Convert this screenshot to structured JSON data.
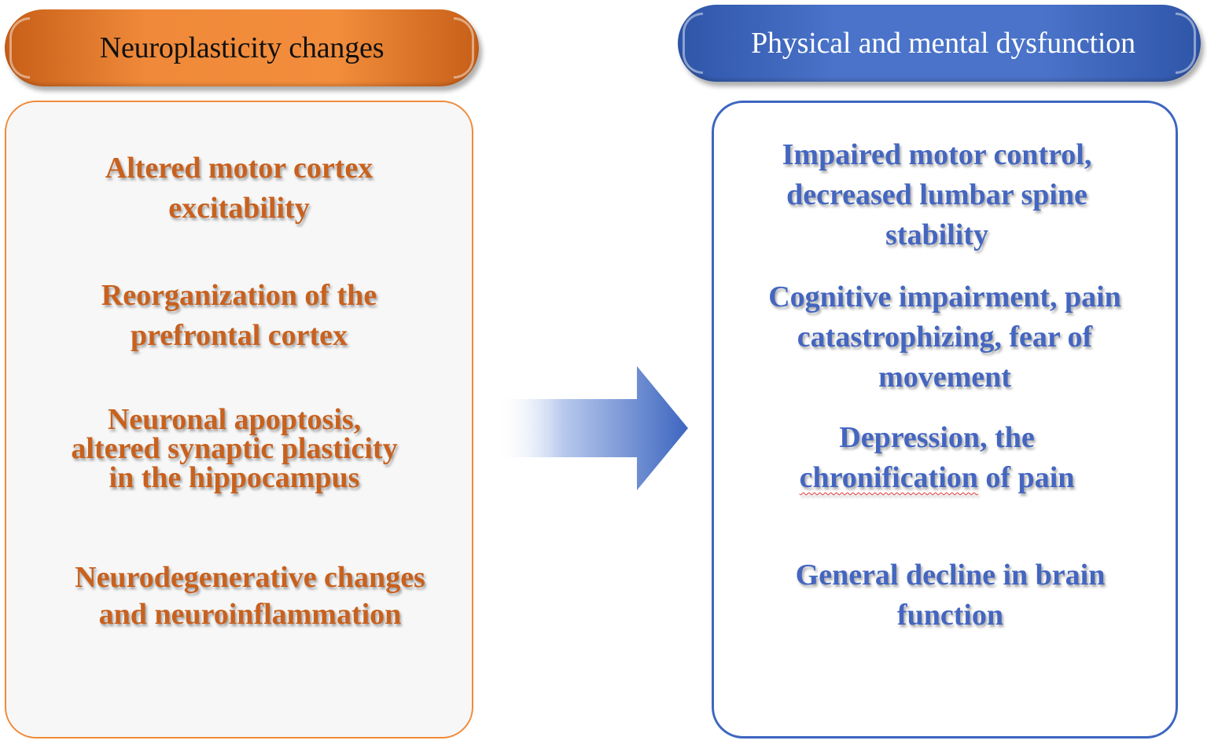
{
  "left": {
    "header": "Neuroplasticity changes",
    "items": [
      [
        "Altered motor cortex",
        "excitability"
      ],
      [
        "Reorganization of the",
        "prefrontal cortex"
      ],
      [
        "Neuronal apoptosis,",
        "altered synaptic plasticity",
        "in the hippocampus"
      ],
      [
        "Neurodegenerative changes",
        "and neuroinflammation"
      ]
    ]
  },
  "right": {
    "header": "Physical and mental dysfunction",
    "items": [
      [
        "Impaired motor control,",
        "decreased lumbar spine",
        "stability"
      ],
      [
        "Cognitive impairment, pain",
        "catastrophizing, fear of",
        "movement"
      ],
      [
        "Depression, the",
        "chronification of pain"
      ],
      [
        "General decline in brain",
        "function"
      ]
    ],
    "misspelled_word": "chronification"
  },
  "colors": {
    "orange_accent": "#f08a3a",
    "orange_text": "#c8611e",
    "blue_accent": "#4a73c9",
    "blue_text": "#4466c0"
  },
  "icons": {
    "arrow": "right-arrow-icon"
  }
}
